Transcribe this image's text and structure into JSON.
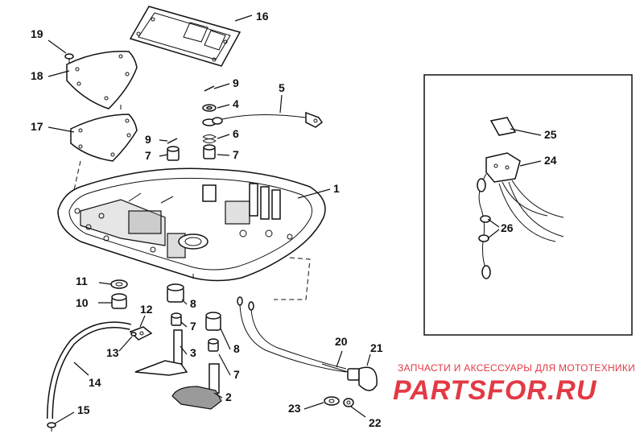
{
  "callouts": {
    "c1": "1",
    "c2": "2",
    "c3": "3",
    "c4": "4",
    "c5": "5",
    "c6": "6",
    "c7a": "7",
    "c7b": "7",
    "c7c": "7",
    "c7d": "7",
    "c8a": "8",
    "c8b": "8",
    "c9a": "9",
    "c9b": "9",
    "c10": "10",
    "c11": "11",
    "c12": "12",
    "c13": "13",
    "c14": "14",
    "c15": "15",
    "c16": "16",
    "c17": "17",
    "c18": "18",
    "c19": "19",
    "c20": "20",
    "c21": "21",
    "c22": "22",
    "c23": "23",
    "c24": "24",
    "c25": "25",
    "c26": "26"
  },
  "watermark": {
    "subtitle": "ЗАПЧАСТИ И АКСЕССУАРЫ ДЛЯ МОТОТЕХНИКИ",
    "brand": "PARTSFOR.RU",
    "color": "#e23a45"
  }
}
